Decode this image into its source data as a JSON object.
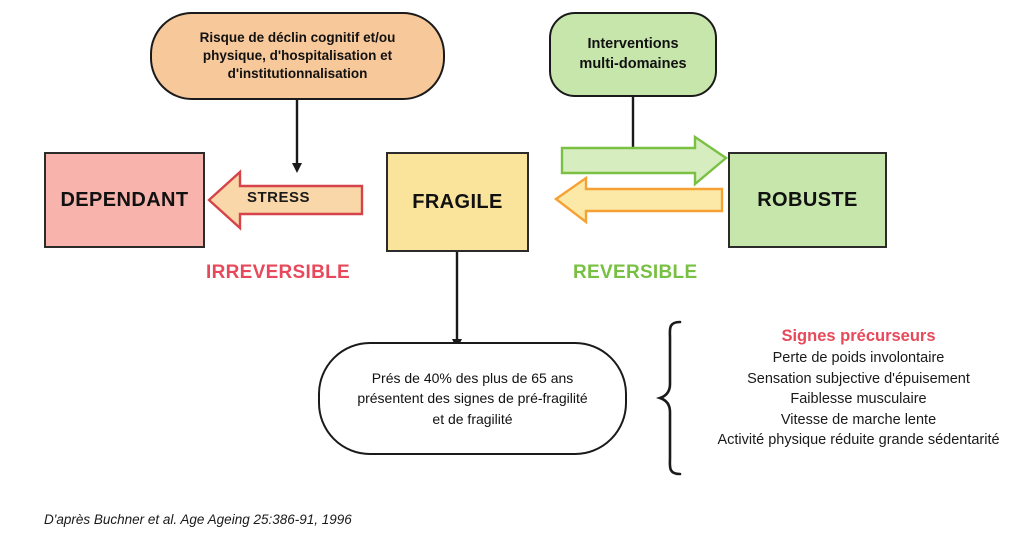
{
  "diagram": {
    "nodes": {
      "risque": {
        "label": "Risque de déclin cognitif et/ou physique, d'hospitalisation et d'institutionnalisation",
        "line1": "Risque de déclin cognitif et/ou",
        "line2": "physique, d'hospitalisation et",
        "line3": "d'institutionnalisation",
        "fill": "#F7C89A"
      },
      "interventions": {
        "label": "Interventions multi-domaines",
        "line1": "Interventions",
        "line2": "multi-domaines",
        "fill": "#C7E6AC"
      },
      "dependant": {
        "label": "DEPENDANT",
        "fill": "#F9B3AD"
      },
      "fragile": {
        "label": "FRAGILE",
        "fill": "#FAE49C"
      },
      "robuste": {
        "label": "ROBUSTE",
        "fill": "#C7E6AC"
      },
      "stat": {
        "line1": "Prés de 40%  des plus de 65 ans",
        "line2": "présentent des signes de pré-fragilité",
        "line3": "et de fragilité",
        "fill": "#FFFFFF"
      }
    },
    "arrows": {
      "stress": {
        "label": "STRESS",
        "fill": "#FAD7A8",
        "stroke": "#D6434B",
        "direction": "left"
      },
      "improve": {
        "label": "",
        "fill": "#D6EDBF",
        "stroke": "#7AC143",
        "direction": "right"
      },
      "decline": {
        "label": "",
        "fill": "#FCE9A8",
        "stroke": "#F5A133",
        "direction": "left"
      }
    },
    "band_labels": {
      "irreversible": {
        "text": "IRREVERSIBLE",
        "color": "#E8495A"
      },
      "reversible": {
        "text": "REVERSIBLE",
        "color": "#77C043"
      }
    },
    "signs": {
      "title": "Signes précurseurs",
      "title_color": "#E8495A",
      "items": [
        "Perte de poids involontaire",
        "Sensation subjective d'épuisement",
        "Faiblesse musculaire",
        "Vitesse de marche lente",
        "Activité physique réduite grande sédentarité"
      ]
    },
    "citation": "D'après Buchner et al. Age Ageing 25:386-91, 1996"
  }
}
